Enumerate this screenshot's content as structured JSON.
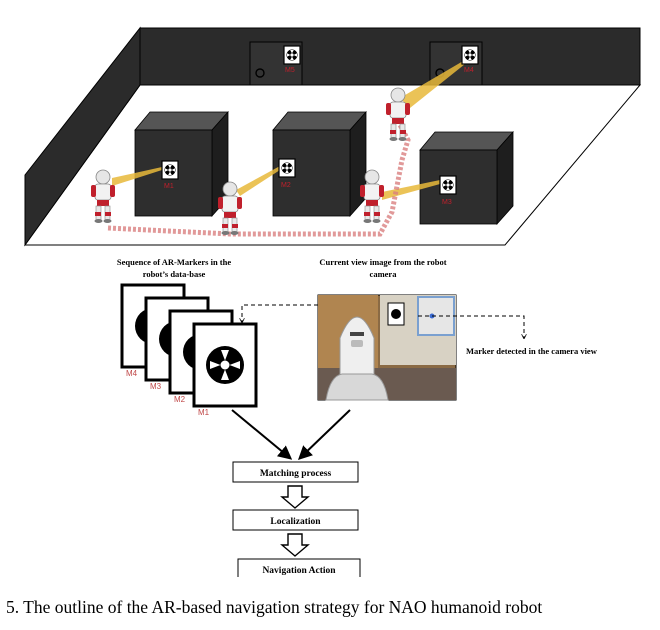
{
  "room_markers": {
    "door_left": "M5",
    "door_right": "M4",
    "box_1": "M1",
    "box_2": "M2",
    "box_3": "M3"
  },
  "labels": {
    "sequence_line1": "Sequence of AR-Markers in the",
    "sequence_line2": "robot’s data-base",
    "current_line1": "Current view image from the robot",
    "current_line2": "camera",
    "marker_detected": "Marker detected in the camera view"
  },
  "marker_cards": [
    "M4",
    "M3",
    "M2",
    "M1"
  ],
  "flow": {
    "step1": "Matching process",
    "step2": "Localization",
    "step3": "Navigation Action"
  },
  "caption": "5. The outline of the AR-based navigation strategy for NAO humanoid robot",
  "colors": {
    "wall": "#2b2b2b",
    "floor": "#ffffff",
    "view_cone": "#e8b93a",
    "robot_accent": "#c0202c",
    "marker_label": "#c0202c",
    "card_label": "#c04848"
  }
}
